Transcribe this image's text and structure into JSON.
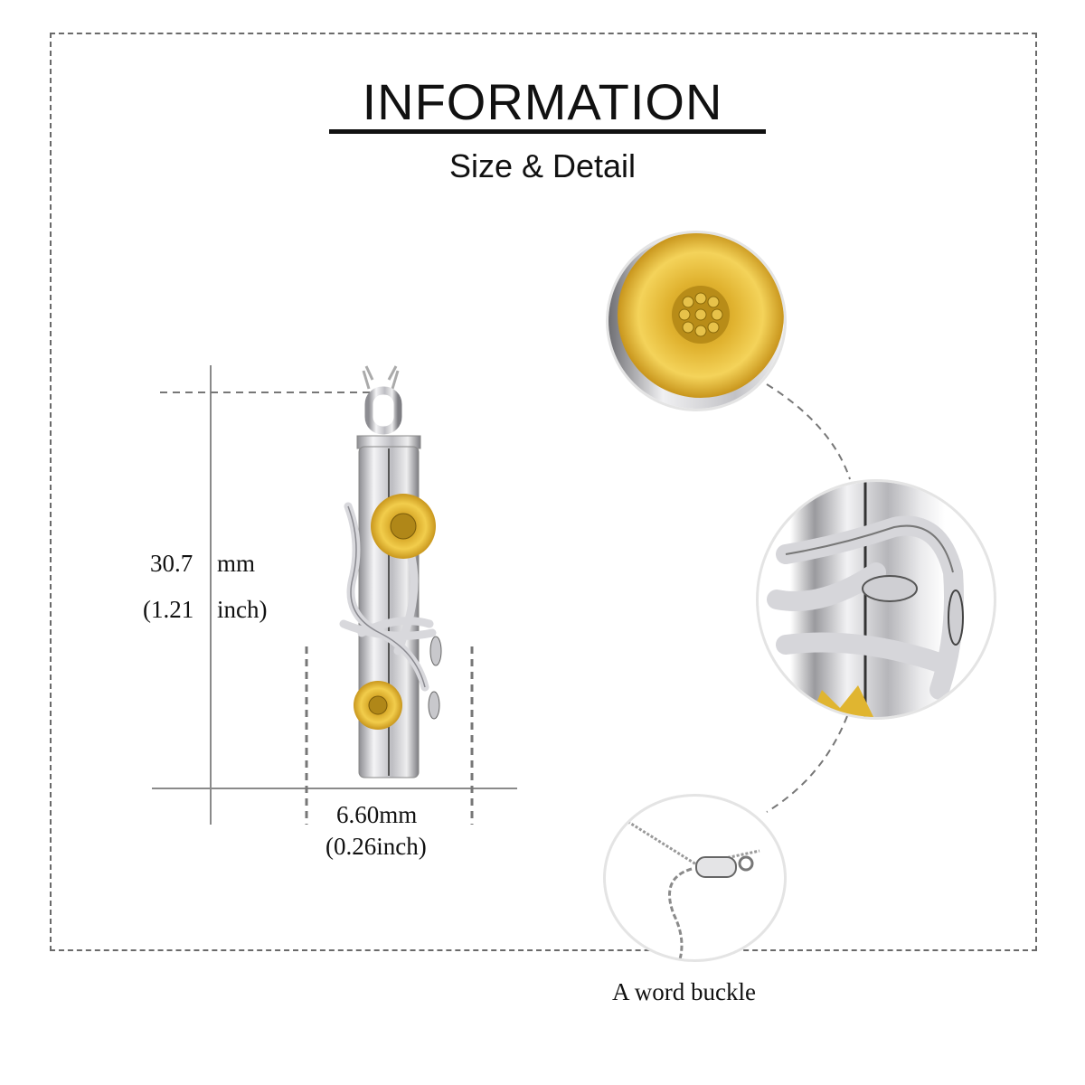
{
  "header": {
    "title": "INFORMATION",
    "subtitle": "Size & Detail"
  },
  "dimensions": {
    "height": {
      "value": "30.7",
      "unit": "mm",
      "imperial_value": "(1.21",
      "imperial_unit": "inch)"
    },
    "width": {
      "metric": "6.60mm",
      "imperial": "(0.26inch)"
    }
  },
  "product": {
    "name": "sunflower-cylinder-urn-pendant",
    "colors": {
      "silver": "#c9c9cc",
      "gold": "#e0b530",
      "line": "#8a8a8a",
      "dash": "#6a6a6a"
    }
  },
  "details": [
    {
      "id": "sunflower-closeup"
    },
    {
      "id": "vine-closeup"
    },
    {
      "id": "clasp-closeup",
      "caption": "A word buckle"
    }
  ]
}
